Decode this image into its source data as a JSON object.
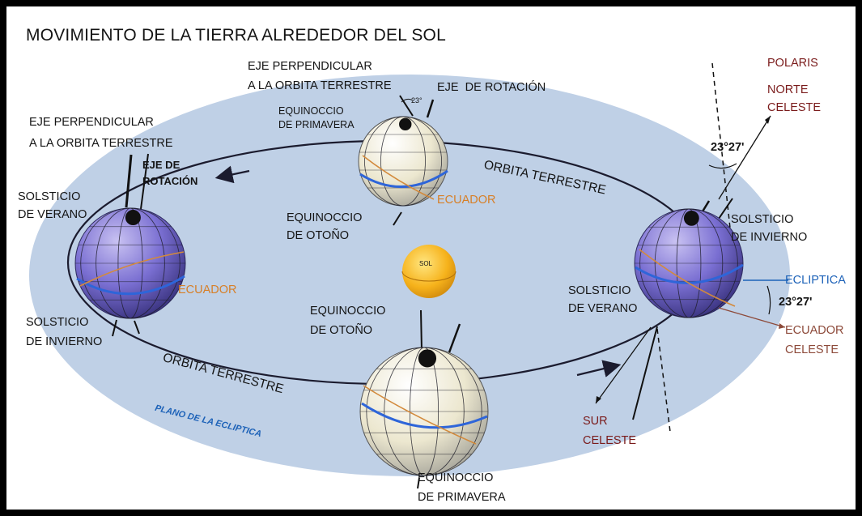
{
  "title": "MOVIMIENTO DE LA TIERRA ALREDEDOR DEL SOL",
  "sun_label": "SOL",
  "colors": {
    "plane": "#bfd0e6",
    "orbit": "#1b1b2e",
    "globe_purple": "#6e63c9",
    "globe_cream": "#efebd6",
    "equator": "#2e65d9",
    "ecliptic_line": "#d38a3c",
    "sun": "#f6b21b",
    "label_orange": "#d77f27",
    "label_maroon": "#7a1b1b",
    "label_blue": "#1d62b8"
  },
  "labels": {
    "eje_perp_top": "EJE PERPENDICULAR\nA LA ORBITA TERRESTRE",
    "eje_rotacion_top": "EJE  DE ROTACIÓN",
    "angle_23_top": "23°",
    "equinoccio_primavera_top": "EQUINOCCIO\nDE PRIMAVERA",
    "eje_perp_left": "EJE PERPENDICULAR\nA LA ORBITA TERRESTRE",
    "eje_rotacion_left": "EJE DE\nROTACIÓN",
    "solsticio_verano_left": "SOLSTICIO\nDE VERANO",
    "ecuador_top": "ECUADOR",
    "orbita_top": "ORBITA TERRESTRE",
    "equinoccio_otono_top": "EQUINOCCIO\nDE OTOÑO",
    "ecuador_left": "ECUADOR",
    "solsticio_invierno_left": "SOLSTICIO\nDE INVIERNO",
    "orbita_bottom": "ORBITA TERRESTRE",
    "plano_ecliptica": "PLANO DE LA ECLIPTICA",
    "equinoccio_otono_bottom": "EQUINOCCIO\nDE OTOÑO",
    "equinoccio_primavera_bottom": "EQUINOCCIO\nDE PRIMAVERA",
    "polaris": "POLARIS",
    "norte_celeste": "NORTE\nCELESTE",
    "angle_23_27_top": "23°27'",
    "solsticio_invierno_right": "SOLSTICIO\nDE INVIERNO",
    "ecliptica": "ECLIPTICA",
    "angle_23_27_bottom": "23°27'",
    "ecuador_celeste": "ECUADOR\nCELESTE",
    "solsticio_verano_right": "SOLSTICIO\nDE VERANO",
    "sur_celeste": "SUR\nCELESTE"
  }
}
